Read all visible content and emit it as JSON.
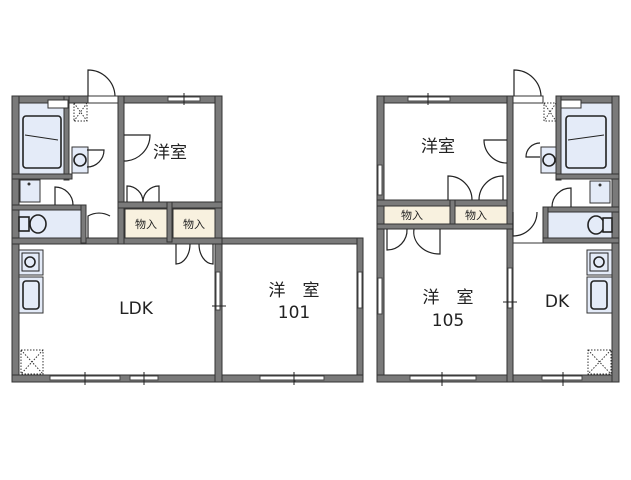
{
  "floor_plan": {
    "units": [
      {
        "id": "unit-101",
        "unit_number": "101",
        "rooms": {
          "living": "LDK",
          "western_room_main": "洋　室",
          "western_room_small": "洋室",
          "storage_1": "物入",
          "storage_2": "物入"
        }
      },
      {
        "id": "unit-105",
        "unit_number": "105",
        "rooms": {
          "dining_kitchen": "DK",
          "western_room_main": "洋　室",
          "western_room_small": "洋室",
          "storage_1": "物入",
          "storage_2": "物入"
        }
      }
    ],
    "colors": {
      "wall": "#7a7a7a",
      "wet_area": "#e4ebf8",
      "storage": "#f8f1df",
      "background": "#ffffff"
    }
  }
}
